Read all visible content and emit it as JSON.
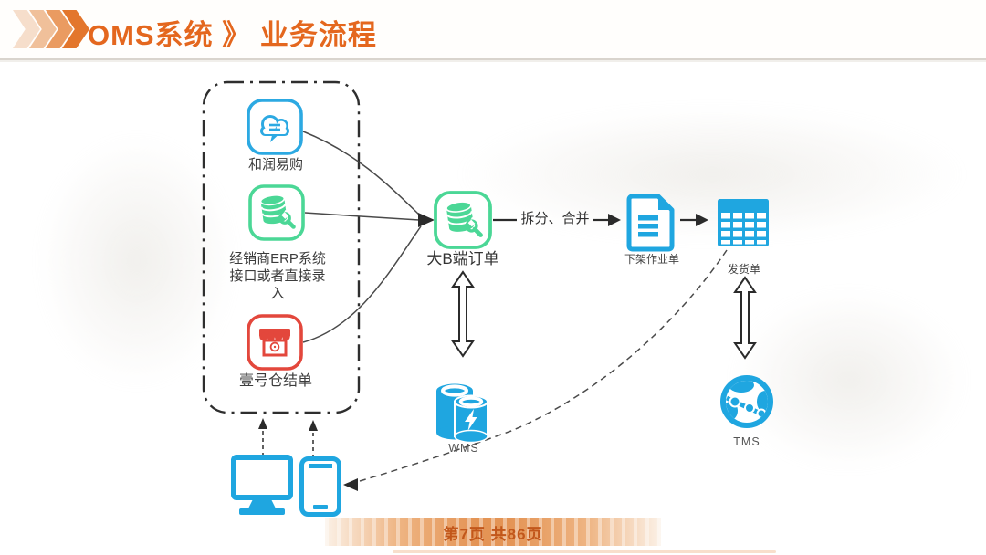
{
  "header": {
    "title": "OMS系统 》 业务流程",
    "logo_icon": "chevron-arrows-icon"
  },
  "diagram": {
    "nodes": {
      "herun": {
        "label": "和润易购",
        "icon": "cloud-chat-icon",
        "color": "#2ca9e2"
      },
      "erp": {
        "label": "经销商ERP系统接口或者直接录入",
        "icon": "database-wrench-icon",
        "color": "#4bd796"
      },
      "store": {
        "label": "壹号仓结单",
        "icon": "storefront-icon",
        "color": "#e3473c"
      },
      "bigb": {
        "label": "大B端订单",
        "icon": "database-wrench-icon",
        "color": "#4bd796"
      },
      "doc": {
        "label": "下架作业单",
        "icon": "document-icon",
        "color": "#1fa6e0"
      },
      "table": {
        "label": "发货单",
        "icon": "spreadsheet-icon",
        "color": "#1fa6e0"
      },
      "wms": {
        "label": "WMS",
        "icon": "database-cylinders-icon",
        "color": "#1fa6e0"
      },
      "tms": {
        "label": "TMS",
        "icon": "globe-network-icon",
        "color": "#1fa6e0"
      },
      "client": {
        "icon": "desktop-and-phone-icon",
        "color": "#1fa6e0"
      }
    },
    "edges": {
      "split_merge_label": "拆分、合并"
    },
    "colors": {
      "accent_orange": "#e4671e",
      "line_dark": "#2b2b2b",
      "blue": "#1fa6e0",
      "green": "#4bd796",
      "red": "#e3473c"
    }
  },
  "footer": {
    "page_info": "第7页 共86页"
  }
}
